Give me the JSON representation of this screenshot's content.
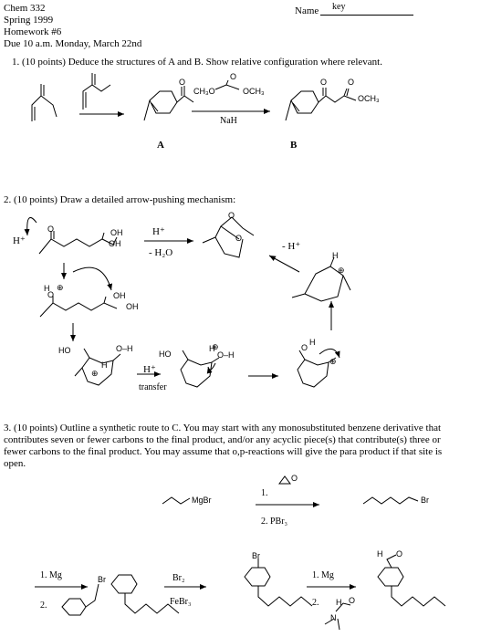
{
  "header": {
    "course": "Chem 332",
    "term": "Spring 1999",
    "assignment": "Homework #6",
    "due": "Due 10 a.m. Monday, March 22nd",
    "name_label": "Name",
    "name_value": "key"
  },
  "q1": {
    "text": "1.  (10 points) Deduce the structures of A and B.  Show relative configuration where relevant.",
    "label_A": "A",
    "label_B": "B",
    "reagent": "NaH",
    "ome_left": "CH₃O",
    "ome_right": "OCH₃",
    "ester_ome": "OCH₃",
    "o": "O"
  },
  "q2": {
    "text": "2.  (10 points) Draw a detailed arrow-pushing mechanism:",
    "h_plus": "H⁺",
    "reagent_top": "H⁺",
    "reagent_bottom": "- H₂O",
    "minus_h": "- H⁺",
    "transfer": "transfer",
    "oh": "OH",
    "ho": "HO",
    "o": "O",
    "oh_minus": "O–H",
    "h": "H",
    "plus": "⊕",
    "lone_pair": "¨"
  },
  "q3": {
    "text_line1": "3.  (10 points)  Outline a synthetic route to C.  You may start with any monosubstituted benzene derivative that",
    "text_line2": "contributes seven or fewer carbons to the final product, and/or any acyclic piece(s) that contribute(s) three or",
    "text_line3": "fewer carbons to the final product. You may assume that o,p-reactions will give the para product if that site is",
    "text_line4": "open.",
    "mgbr": "MgBr",
    "step1": "1.",
    "step2": "2.  PBr₃",
    "br": "Br",
    "mg1": "1. Mg",
    "two": "2.",
    "br2": "Br₂",
    "febr3": "FeBr₃",
    "mg2": "1. Mg",
    "n": "N",
    "o": "O",
    "h": "H"
  }
}
